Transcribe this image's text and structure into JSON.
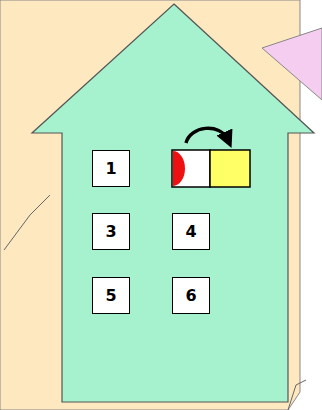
{
  "diagram": {
    "nodes": [
      {
        "text": [
          "1"
        ]
      },
      {
        "text": [
          "3"
        ]
      },
      {
        "text": [
          "4"
        ]
      },
      {
        "text": [
          "5"
        ]
      },
      {
        "text": [
          "6"
        ]
      }
    ]
  }
}
